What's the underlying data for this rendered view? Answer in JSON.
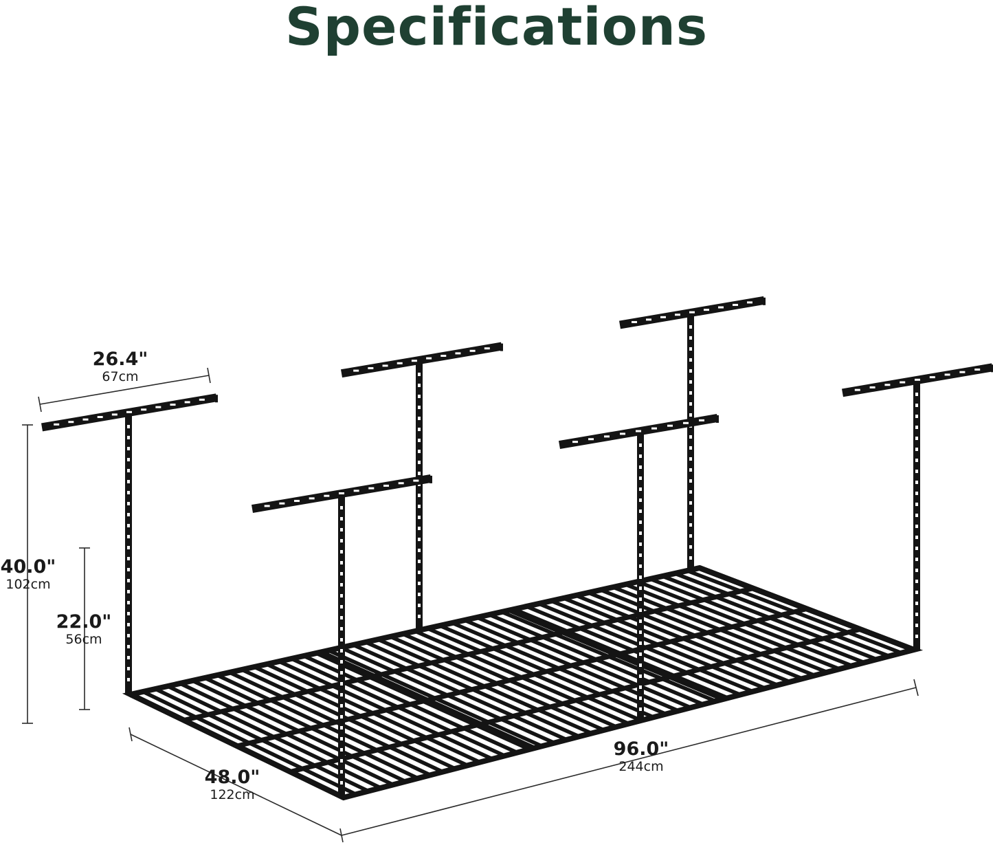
{
  "title": "Specifications",
  "dimensions": {
    "bracket_width": {
      "imperial": "26.4\"",
      "metric": "67cm"
    },
    "max_height": {
      "imperial": "40.0\"",
      "metric": "102cm"
    },
    "min_height": {
      "imperial": "22.0\"",
      "metric": "56cm"
    },
    "depth": {
      "imperial": "48.0\"",
      "metric": "122cm"
    },
    "length": {
      "imperial": "96.0\"",
      "metric": "244cm"
    }
  },
  "colors": {
    "title": "#1f4032",
    "rack": "#141414",
    "dimension_lines": "#2a2a2a"
  },
  "icons": {
    "rack": "overhead-storage-rack-illustration"
  }
}
